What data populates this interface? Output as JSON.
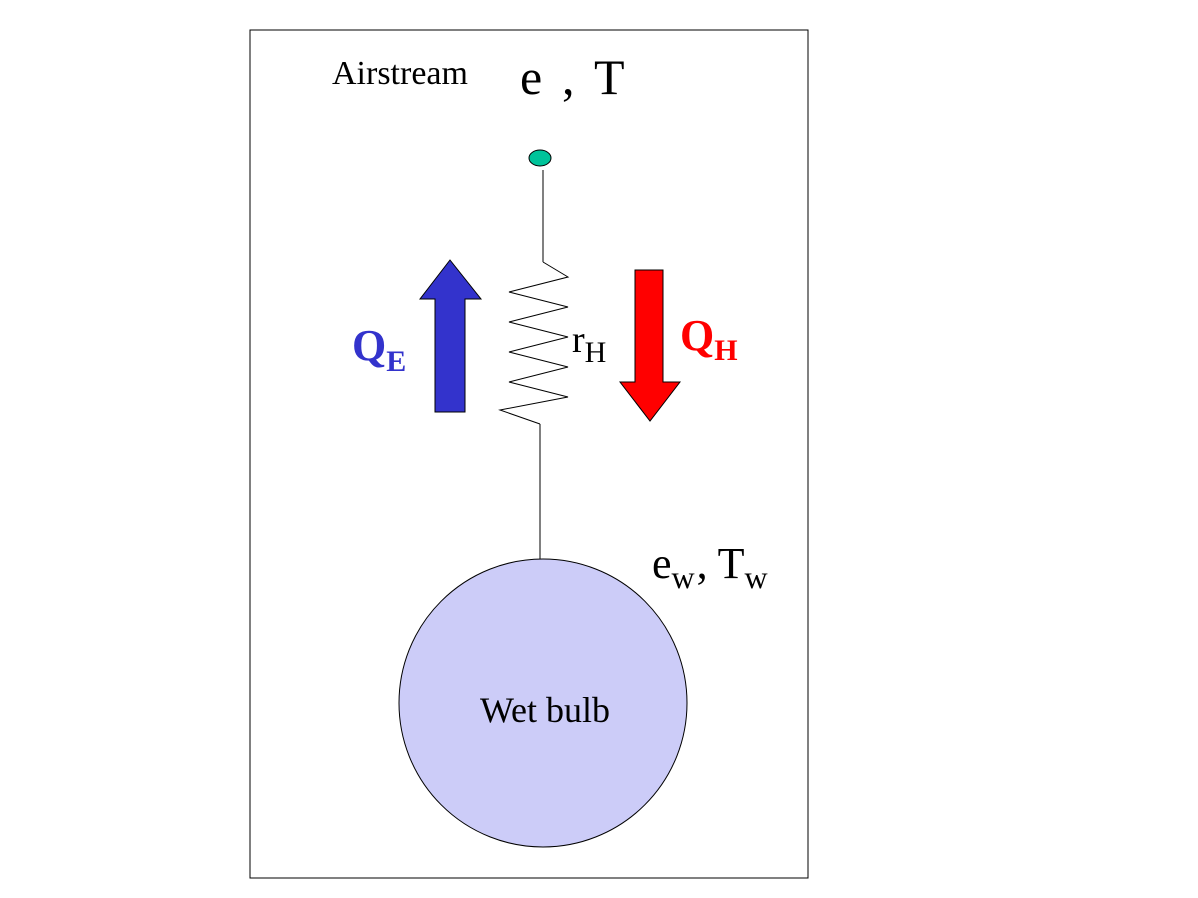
{
  "airstream": {
    "label": "Airstream",
    "e": "e",
    "comma": ",",
    "T": "T"
  },
  "resistance": {
    "r": "r",
    "sub": "H"
  },
  "latent_flux": {
    "Q": "Q",
    "sub": "E",
    "color": "#3333cc",
    "direction": "up"
  },
  "sensible_flux": {
    "Q": "Q",
    "sub": "H",
    "color": "#ff0000",
    "direction": "down"
  },
  "wet_bulb": {
    "label": "Wet bulb",
    "e": "e",
    "e_sub": "w",
    "comma": ",",
    "T": "T",
    "T_sub": "w",
    "fill": "#ccccf8"
  },
  "node_color": "#00c39a"
}
